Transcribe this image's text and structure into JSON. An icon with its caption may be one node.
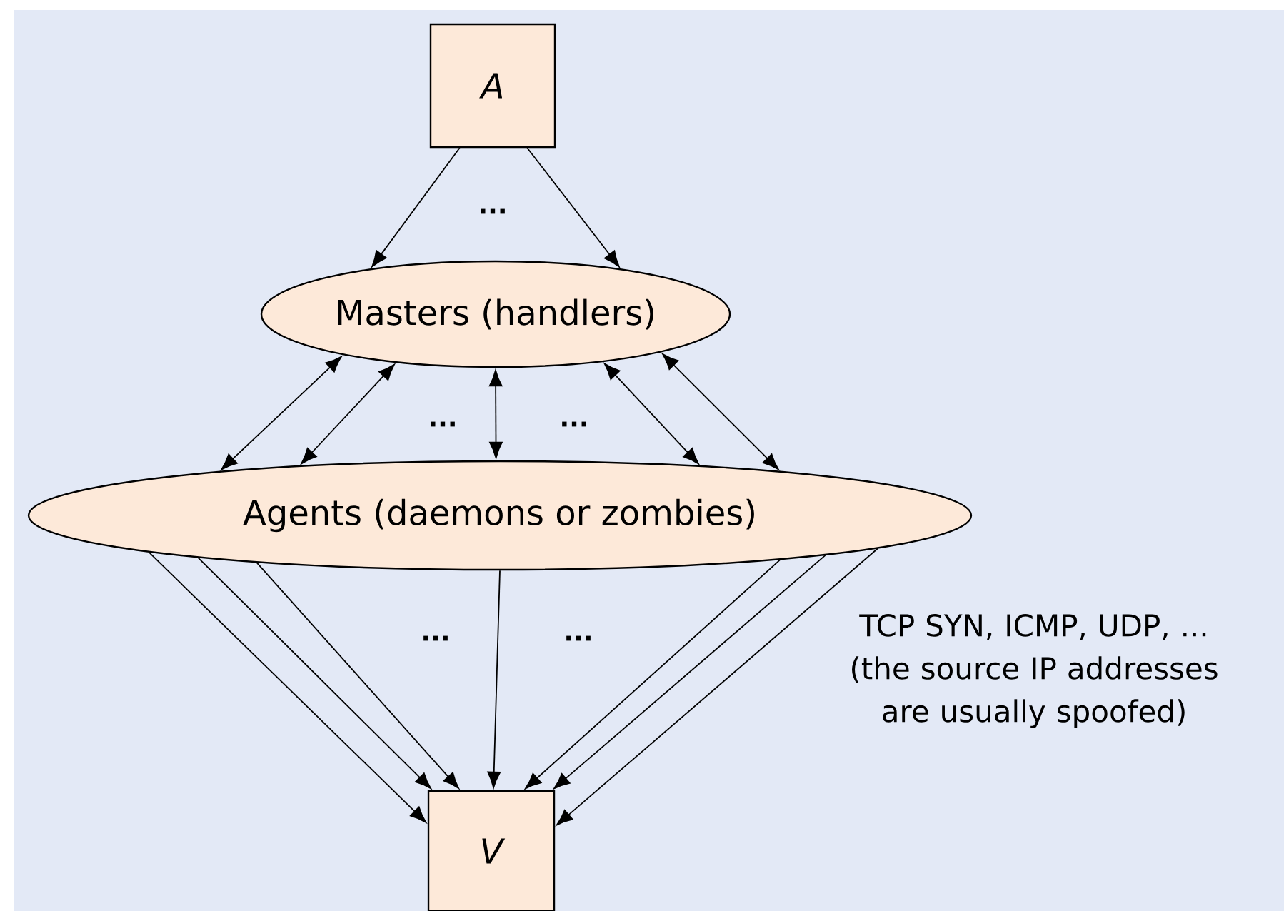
{
  "diagram": {
    "nodes": [
      {
        "text": [
          "A"
        ]
      },
      {
        "text": [
          "Masters (handlers)"
        ]
      },
      {
        "text": [
          "Agents (daemons or zombies)"
        ]
      },
      {
        "text": [
          "V"
        ]
      }
    ],
    "edges": [
      {
        "from": 0,
        "to": 1,
        "arrow": "to"
      },
      {
        "from": 0,
        "to": 1,
        "arrow": "to"
      },
      {
        "from": 1,
        "to": 2,
        "arrow": "both"
      },
      {
        "from": 1,
        "to": 2,
        "arrow": "both"
      },
      {
        "from": 1,
        "to": 2,
        "arrow": "both"
      },
      {
        "from": 1,
        "to": 2,
        "arrow": "both"
      },
      {
        "from": 1,
        "to": 2,
        "arrow": "both"
      },
      {
        "from": 2,
        "to": 3,
        "arrow": "to"
      },
      {
        "from": 2,
        "to": 3,
        "arrow": "to"
      },
      {
        "from": 2,
        "to": 3,
        "arrow": "to"
      },
      {
        "from": 2,
        "to": 3,
        "arrow": "to"
      },
      {
        "from": 2,
        "to": 3,
        "arrow": "to"
      },
      {
        "from": 2,
        "to": 3,
        "arrow": "to"
      },
      {
        "from": 2,
        "to": 3,
        "arrow": "to"
      }
    ],
    "labels": [
      "...",
      "...",
      "...",
      "...",
      "...",
      "TCP SYN, ICMP, UDP, ... (the source IP addresses are usually spoofed)"
    ]
  }
}
